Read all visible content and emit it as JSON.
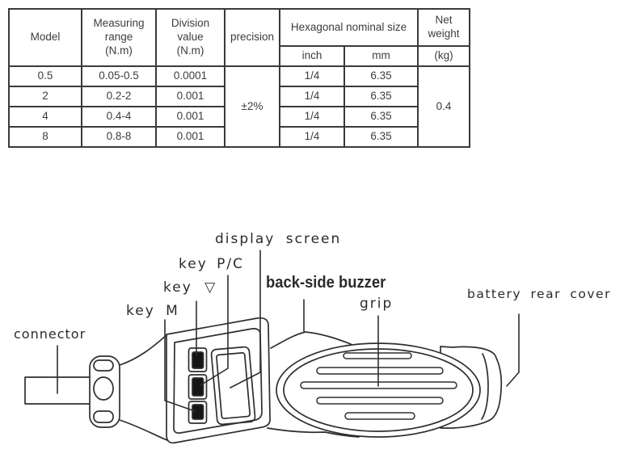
{
  "spec_table": {
    "header": {
      "model": "Model",
      "measuring_range": "Measuring range",
      "measuring_unit": "(N.m)",
      "division_value": "Division value",
      "division_unit": "(N.m)",
      "precision": "precision",
      "hex_size": "Hexagonal nominal size",
      "inch": "inch",
      "mm": "mm",
      "net_weight": "Net weight",
      "net_weight_unit": "(kg)"
    },
    "rows": [
      {
        "model": "0.5",
        "range": "0.05-0.5",
        "division": "0.0001",
        "inch": "1/4",
        "mm": "6.35"
      },
      {
        "model": "2",
        "range": "0.2-2",
        "division": "0.001",
        "inch": "1/4",
        "mm": "6.35"
      },
      {
        "model": "4",
        "range": "0.4-4",
        "division": "0.001",
        "inch": "1/4",
        "mm": "6.35"
      },
      {
        "model": "8",
        "range": "0.8-8",
        "division": "0.001",
        "inch": "1/4",
        "mm": "6.35"
      }
    ],
    "precision_value": "±2%",
    "net_weight_value": "0.4"
  },
  "diagram": {
    "labels": {
      "display_screen": "display screen",
      "key_pc": "key P/C",
      "key_down": "key ▽",
      "key_m": "key M",
      "buzzer": "back-side buzzer",
      "grip": "grip",
      "battery_cover": "battery rear cover",
      "connector": "connector"
    },
    "ink_color": "#2e2e2e"
  }
}
